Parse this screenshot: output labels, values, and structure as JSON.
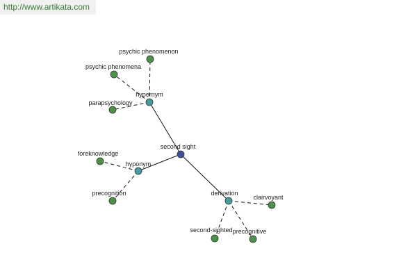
{
  "watermark": {
    "text": "http://www.artikata.com"
  },
  "colors": {
    "center_node": "#3f4fa0",
    "relation_node": "#4a9aa2",
    "term_node": "#4f8f4a",
    "node_stroke": "#2a3a2a",
    "edge": "#111111"
  },
  "graph": {
    "center": {
      "id": "second-sight",
      "label": "second sight"
    },
    "relations": [
      {
        "id": "hypernym",
        "label": "hypernym"
      },
      {
        "id": "hyponym",
        "label": "hyponym"
      },
      {
        "id": "derivation",
        "label": "derivation"
      }
    ],
    "terms": [
      {
        "id": "psychic-phenomenon",
        "label": "psychic phenomenon",
        "relation": "hypernym"
      },
      {
        "id": "psychic-phenomena",
        "label": "psychic phenomena",
        "relation": "hypernym"
      },
      {
        "id": "parapsychology",
        "label": "parapsychology",
        "relation": "hypernym"
      },
      {
        "id": "foreknowledge",
        "label": "foreknowledge",
        "relation": "hyponym"
      },
      {
        "id": "precognition",
        "label": "precognition",
        "relation": "hyponym"
      },
      {
        "id": "clairvoyant",
        "label": "clairvoyant",
        "relation": "derivation"
      },
      {
        "id": "second-sighted",
        "label": "second-sighted",
        "relation": "derivation"
      },
      {
        "id": "precognitive",
        "label": "precognitive",
        "relation": "derivation"
      }
    ]
  }
}
